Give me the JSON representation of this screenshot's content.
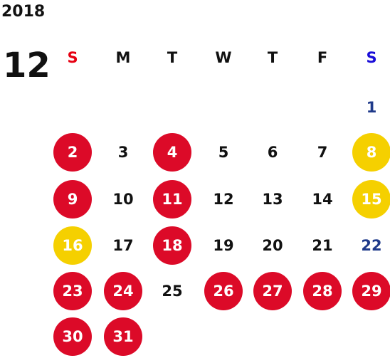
{
  "calendar": {
    "year": "2018",
    "month": "12",
    "weekdays": [
      {
        "label": "S",
        "color": "#e60012"
      },
      {
        "label": "M",
        "color": "#111111"
      },
      {
        "label": "T",
        "color": "#111111"
      },
      {
        "label": "W",
        "color": "#111111"
      },
      {
        "label": "T",
        "color": "#111111"
      },
      {
        "label": "F",
        "color": "#111111"
      },
      {
        "label": "S",
        "color": "#1a0dd8"
      }
    ],
    "colors": {
      "red_circle": "#dc0a28",
      "yellow_circle": "#f5d000",
      "blue_text": "#1f3a8a",
      "plain_text": "#111111"
    },
    "days": [
      {
        "day": "1",
        "style": "blue"
      },
      {
        "day": "2",
        "style": "red"
      },
      {
        "day": "3",
        "style": "plain"
      },
      {
        "day": "4",
        "style": "red"
      },
      {
        "day": "5",
        "style": "plain"
      },
      {
        "day": "6",
        "style": "plain"
      },
      {
        "day": "7",
        "style": "plain"
      },
      {
        "day": "8",
        "style": "yellow"
      },
      {
        "day": "9",
        "style": "red"
      },
      {
        "day": "10",
        "style": "plain"
      },
      {
        "day": "11",
        "style": "red"
      },
      {
        "day": "12",
        "style": "plain"
      },
      {
        "day": "13",
        "style": "plain"
      },
      {
        "day": "14",
        "style": "plain"
      },
      {
        "day": "15",
        "style": "yellow"
      },
      {
        "day": "16",
        "style": "yellow"
      },
      {
        "day": "17",
        "style": "plain"
      },
      {
        "day": "18",
        "style": "red"
      },
      {
        "day": "19",
        "style": "plain"
      },
      {
        "day": "20",
        "style": "plain"
      },
      {
        "day": "21",
        "style": "plain"
      },
      {
        "day": "22",
        "style": "blue"
      },
      {
        "day": "23",
        "style": "red"
      },
      {
        "day": "24",
        "style": "red"
      },
      {
        "day": "25",
        "style": "plain"
      },
      {
        "day": "26",
        "style": "red"
      },
      {
        "day": "27",
        "style": "red"
      },
      {
        "day": "28",
        "style": "red"
      },
      {
        "day": "29",
        "style": "red"
      },
      {
        "day": "30",
        "style": "red"
      },
      {
        "day": "31",
        "style": "red"
      }
    ]
  }
}
